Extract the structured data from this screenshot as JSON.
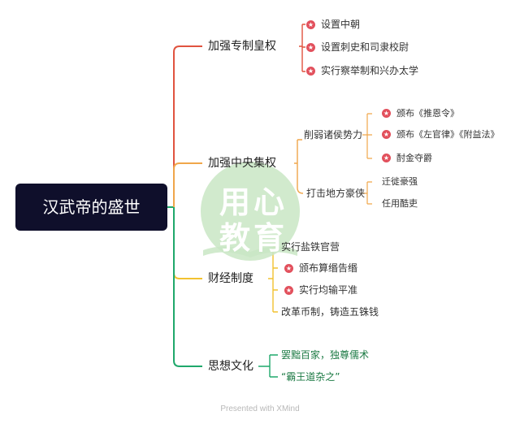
{
  "root": "汉武帝的盛世",
  "watermark": {
    "line1": "用心",
    "line2": "教育"
  },
  "footer": "Presented with XMind",
  "colors": {
    "red": "#e0533f",
    "orange": "#f0a64a",
    "yellow": "#f2c230",
    "green": "#1fa86b",
    "root_bg": "#0f0f2b",
    "star_badge": "#e2505c",
    "watermark": "#c9e6c4"
  },
  "icons": {
    "star_badge": "star-badge-icon"
  },
  "branches": [
    {
      "label": "加强专制皇权",
      "children": [
        {
          "label": "设置中朝",
          "star": true
        },
        {
          "label": "设置刺史和司隶校尉",
          "star": true
        },
        {
          "label": "实行察举制和兴办太学",
          "star": true
        }
      ]
    },
    {
      "label": "加强中央集权",
      "children": [
        {
          "label": "削弱诸侯势力",
          "children": [
            {
              "label": "颁布《推恩令》",
              "star": true
            },
            {
              "label": "颁布《左官律》《附益法》",
              "star": true
            },
            {
              "label": "酎金夺爵",
              "star": true
            }
          ]
        },
        {
          "label": "打击地方豪侠",
          "children": [
            {
              "label": "迁徙豪强",
              "star": false
            },
            {
              "label": "任用酷吏",
              "star": false
            }
          ]
        }
      ]
    },
    {
      "label": "财经制度",
      "children": [
        {
          "label": "实行盐铁官营",
          "star": false
        },
        {
          "label": "颁布算缗告缗",
          "star": true
        },
        {
          "label": "实行均输平准",
          "star": true
        },
        {
          "label": "改革币制，铸造五铢钱",
          "star": false
        }
      ]
    },
    {
      "label": "思想文化",
      "children": [
        {
          "label": "罢黜百家，独尊儒术",
          "star": false
        },
        {
          "label": "“霸王道杂之”",
          "star": false
        }
      ]
    }
  ]
}
